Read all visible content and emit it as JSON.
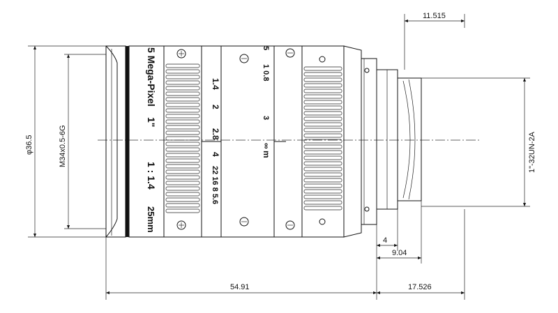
{
  "dimensions": {
    "top_right": "11.515",
    "outer_diameter": "φ36.5",
    "mount_thread": "M34x0.5-6G",
    "rear_thread": "1\"-32UN-2A",
    "rear_short": "4",
    "rear_long": "9.04",
    "overall_length": "54.91",
    "flange_length": "17.526"
  },
  "lens_markings": {
    "brand": "5 Mega-Pixel",
    "format": "1\"",
    "aperture": "1 : 1.4",
    "focal": "25mm",
    "fstops_top": "1.4",
    "fstops_2": "2",
    "fstops_28": "2.8",
    "fstops_4": "4",
    "fstops_low": "22 16 8 5.6",
    "focus_top": "5",
    "focus_08": "1  0.8",
    "focus_3": "3",
    "focus_m": "m",
    "focus_inf": "∞"
  }
}
